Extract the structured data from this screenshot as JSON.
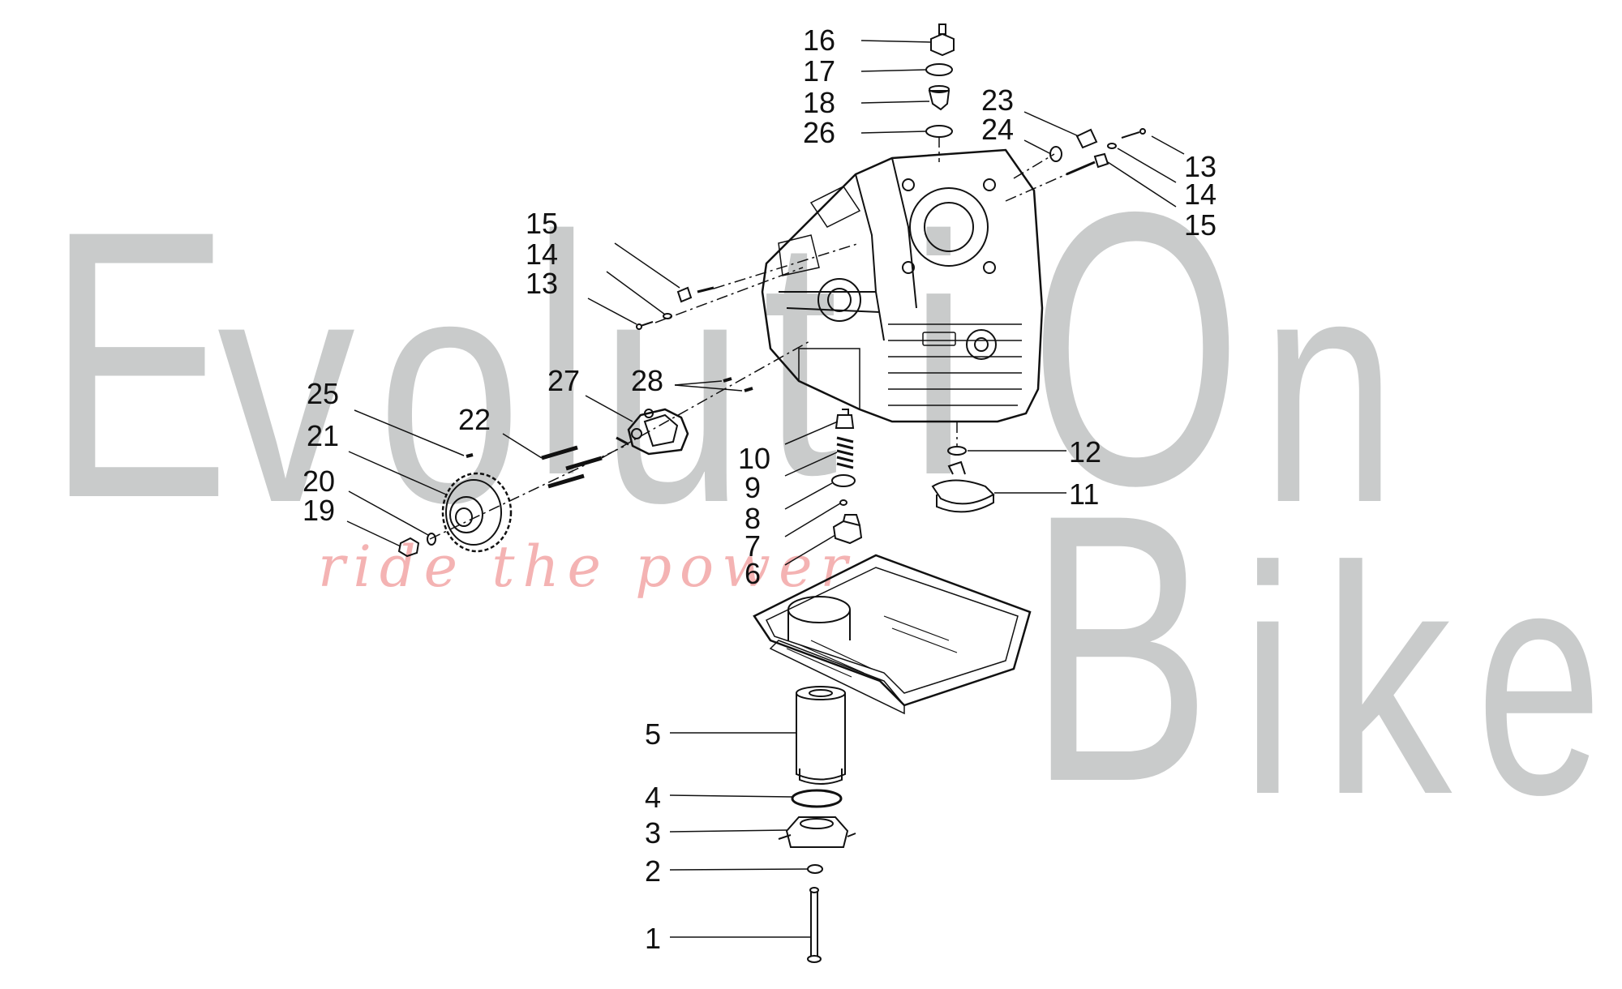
{
  "watermark": {
    "letters_row1": [
      "E",
      "v",
      "o",
      "l",
      "u",
      "t",
      "i",
      "O",
      "n"
    ],
    "letters_row2": [
      "B",
      "i",
      "k",
      "e"
    ],
    "tagline": "ride the power"
  },
  "callouts": [
    {
      "id": "1",
      "text": "1"
    },
    {
      "id": "2",
      "text": "2"
    },
    {
      "id": "3",
      "text": "3"
    },
    {
      "id": "4",
      "text": "4"
    },
    {
      "id": "5",
      "text": "5"
    },
    {
      "id": "6",
      "text": "6"
    },
    {
      "id": "7",
      "text": "7"
    },
    {
      "id": "8",
      "text": "8"
    },
    {
      "id": "9",
      "text": "9"
    },
    {
      "id": "10",
      "text": "10"
    },
    {
      "id": "11",
      "text": "11"
    },
    {
      "id": "12",
      "text": "12"
    },
    {
      "id": "13a",
      "text": "13"
    },
    {
      "id": "14a",
      "text": "14"
    },
    {
      "id": "15a",
      "text": "15"
    },
    {
      "id": "13b",
      "text": "13"
    },
    {
      "id": "14b",
      "text": "14"
    },
    {
      "id": "15b",
      "text": "15"
    },
    {
      "id": "16",
      "text": "16"
    },
    {
      "id": "17",
      "text": "17"
    },
    {
      "id": "18",
      "text": "18"
    },
    {
      "id": "19",
      "text": "19"
    },
    {
      "id": "20",
      "text": "20"
    },
    {
      "id": "21",
      "text": "21"
    },
    {
      "id": "22",
      "text": "22"
    },
    {
      "id": "23",
      "text": "23"
    },
    {
      "id": "24",
      "text": "24"
    },
    {
      "id": "25",
      "text": "25"
    },
    {
      "id": "26",
      "text": "26"
    },
    {
      "id": "27",
      "text": "27"
    },
    {
      "id": "28",
      "text": "28"
    }
  ],
  "colors": {
    "watermark_gray": "#c9cbcb",
    "tagline_pink": "#f4b3b3",
    "line": "#111111"
  }
}
